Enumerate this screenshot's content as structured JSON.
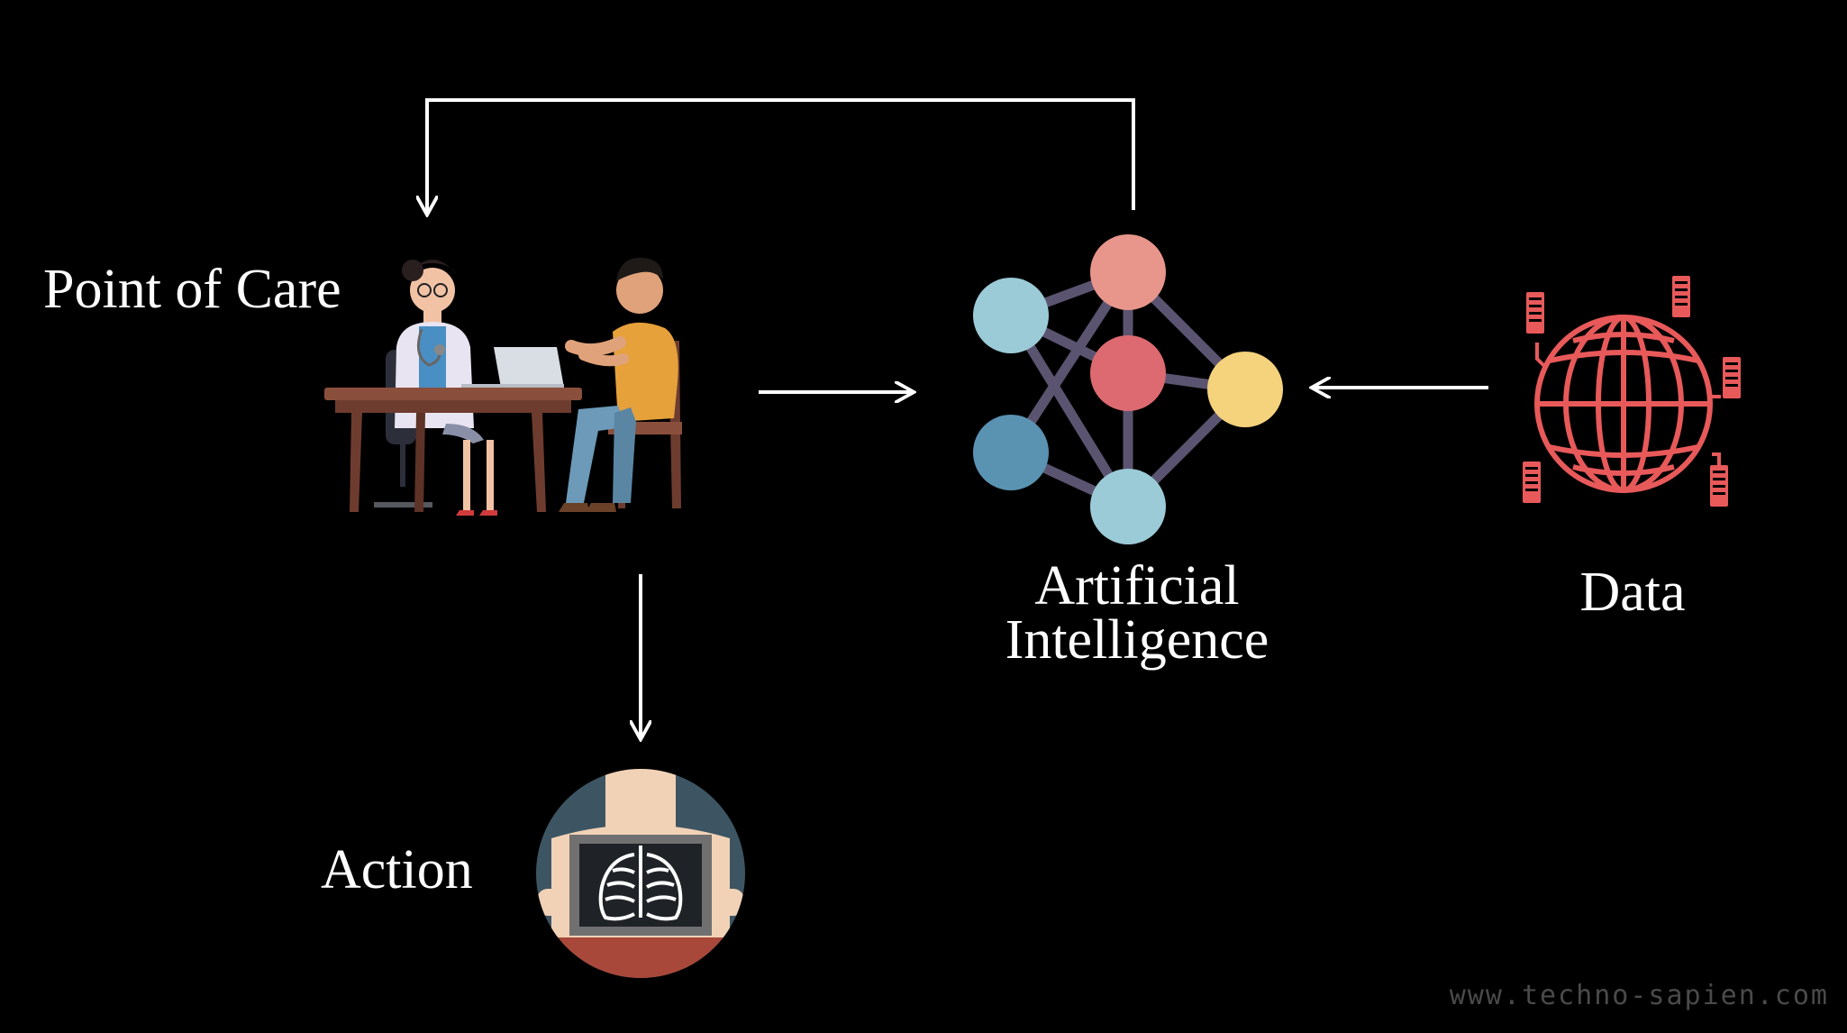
{
  "labels": {
    "point_of_care": "Point of Care",
    "ai_line1": "Artificial",
    "ai_line2": "Intelligence",
    "data": "Data",
    "action": "Action"
  },
  "watermark": "www.techno-sapien.com",
  "colors": {
    "background": "#000000",
    "arrow": "#ffffff",
    "node_salmon": "#e8958b",
    "node_red": "#dd6a70",
    "node_lightblue": "#9ccbd8",
    "node_blue": "#5a92b2",
    "node_yellow": "#f5d27c",
    "edge": "#5b5470",
    "globe": "#e8595a"
  },
  "icons": {
    "consultation": "doctor-patient-consultation-icon",
    "network": "neural-network-icon",
    "globe": "globe-with-servers-icon",
    "xray": "chest-xray-icon"
  }
}
